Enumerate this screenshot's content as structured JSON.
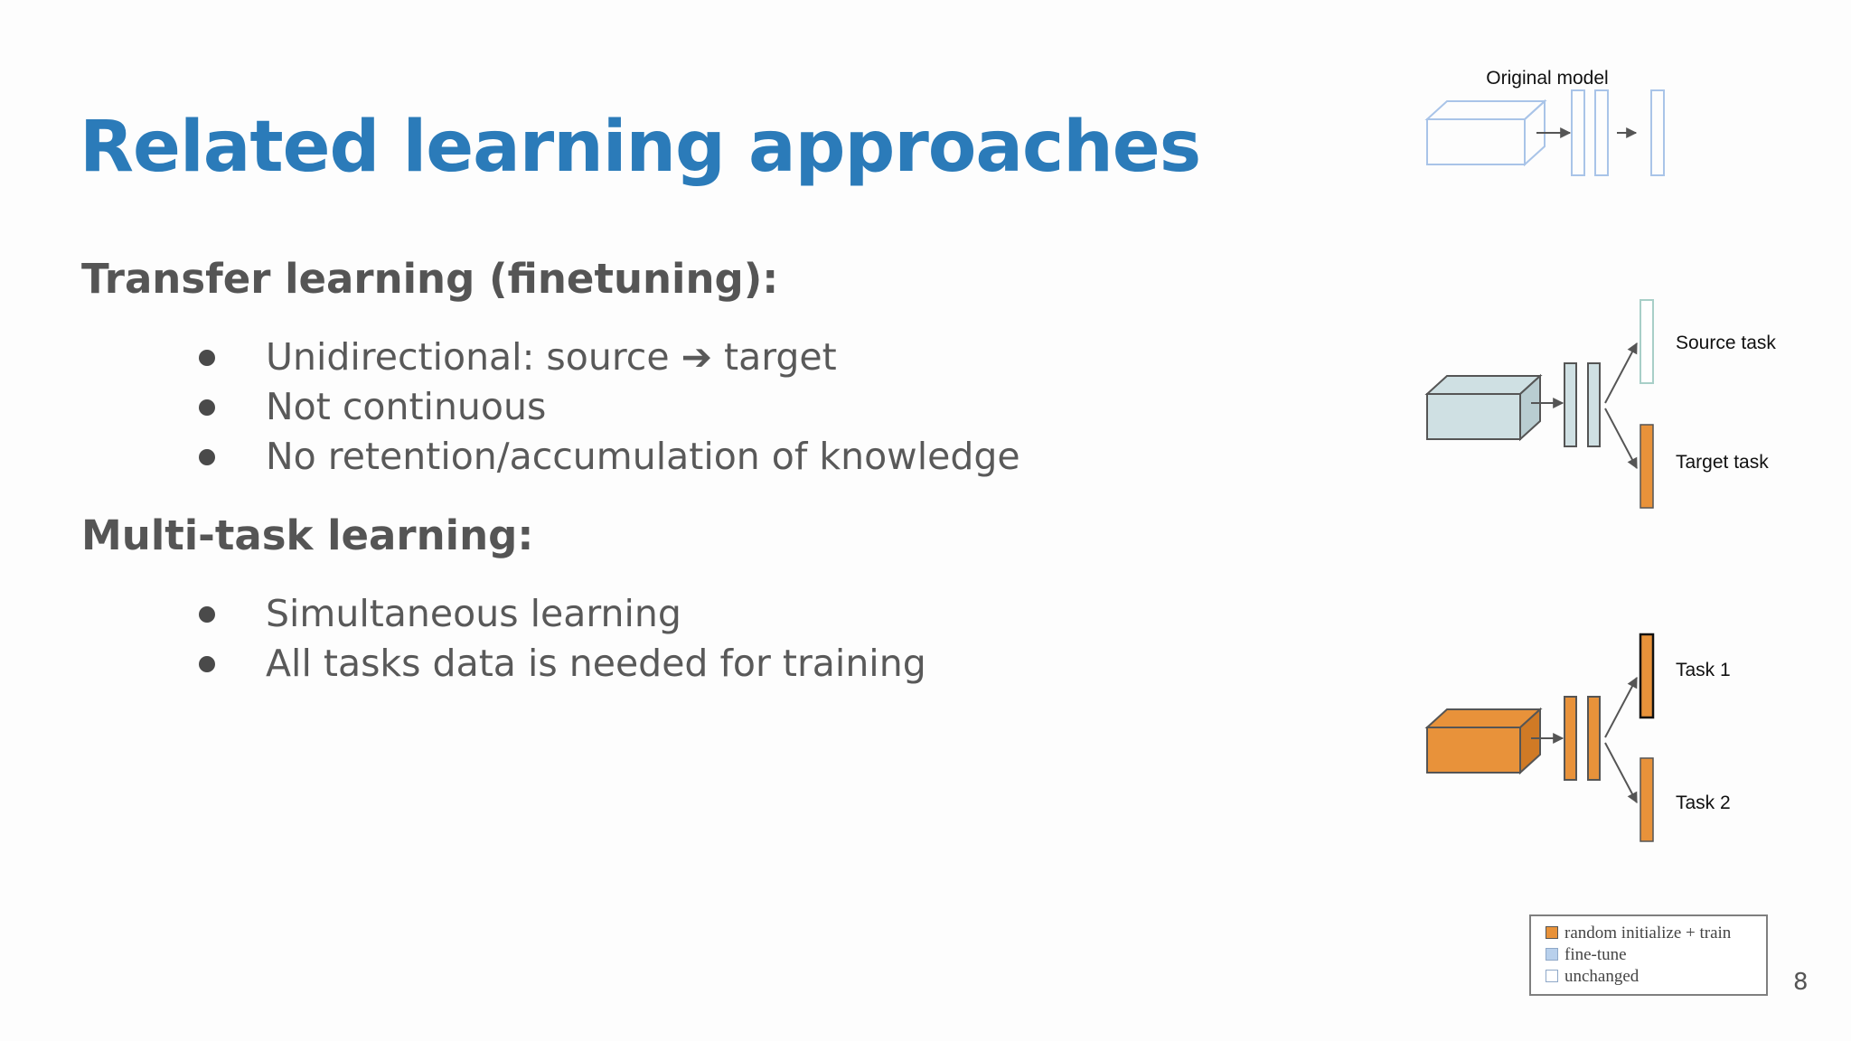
{
  "slide": {
    "title": "Related learning approaches",
    "page_number": "8"
  },
  "transfer": {
    "heading": "Transfer learning (finetuning):",
    "bullets": [
      "Unidirectional: source ➔ target",
      "Not continuous",
      "No retention/accumulation of knowledge"
    ]
  },
  "multitask": {
    "heading": "Multi-task learning:",
    "bullets": [
      "Simultaneous learning",
      "All tasks data is needed for training"
    ]
  },
  "diagram": {
    "original_label": "Original model",
    "source_task_label": "Source task",
    "target_task_label": "Target task",
    "task1_label": "Task 1",
    "task2_label": "Task 2",
    "colors": {
      "train": "#e8923a",
      "finetune": "#cfe0e3",
      "unchanged": "#ffffff",
      "outline_original": "#a9c4e8",
      "stroke": "#555555"
    }
  },
  "legend": {
    "items": [
      {
        "label": "random initialize + train",
        "color": "#e8923a"
      },
      {
        "label": "fine-tune",
        "color": "#b8d0ec"
      },
      {
        "label": "unchanged",
        "color": "#ffffff"
      }
    ]
  }
}
